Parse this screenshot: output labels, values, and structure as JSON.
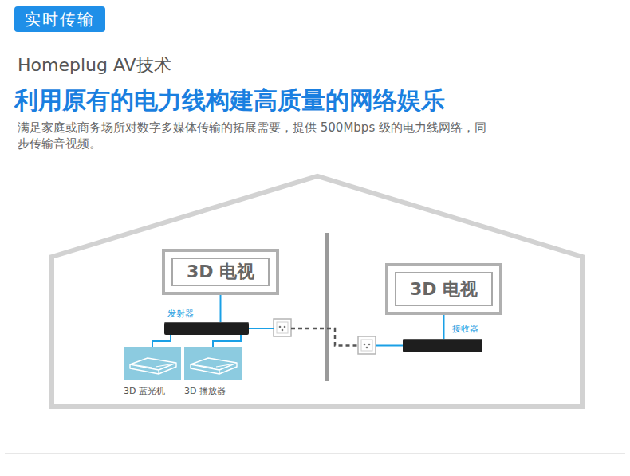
{
  "diagram": {
    "title": "利用原有的电力线构建高质量的网络娱乐",
    "nodes": [
      {
        "text": [
          "实时传输"
        ]
      },
      {
        "text": [
          "3D 电视"
        ]
      },
      {
        "text": [
          "发射器"
        ]
      },
      {
        "text": [
          "3D 蓝光机"
        ]
      },
      {
        "text": [
          "3D 播放器"
        ]
      },
      {
        "text": [
          "3D 电视"
        ]
      },
      {
        "text": [
          "接收器"
        ]
      }
    ],
    "edges": [
      {
        "from": 1,
        "to": 2,
        "arrow": "none"
      },
      {
        "from": 2,
        "to": 3,
        "arrow": "none"
      },
      {
        "from": 2,
        "to": 4,
        "arrow": "none"
      },
      {
        "from": 2,
        "to": 6,
        "arrow": "none"
      },
      {
        "from": 5,
        "to": 6,
        "arrow": "none"
      }
    ],
    "labels": [
      "Homeplug AV技术",
      "满足家庭或商务场所对数字多媒体传输的拓展需要，提供 500Mbps 级的电力线网络，同步传输音视频。"
    ]
  }
}
